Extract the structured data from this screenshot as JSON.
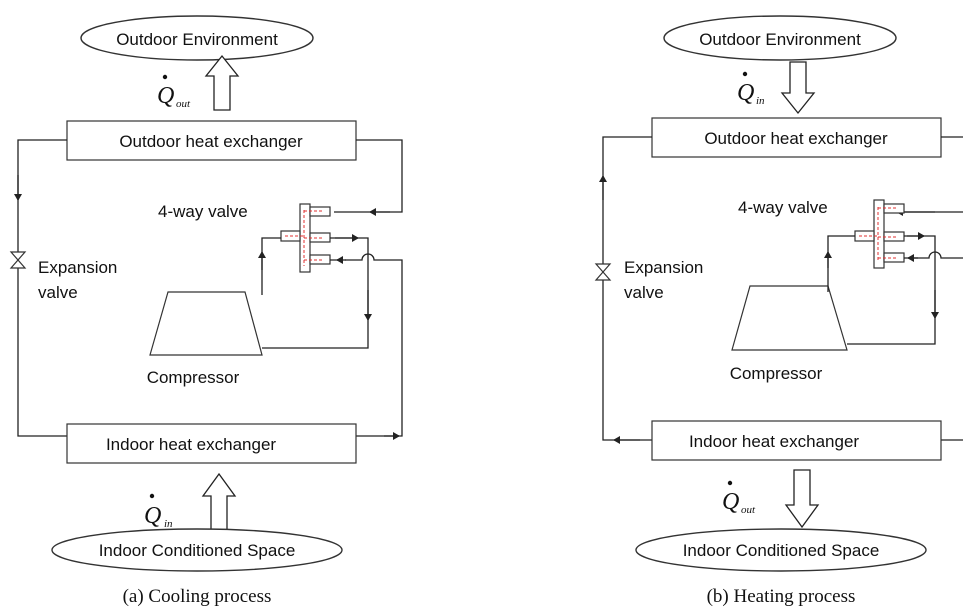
{
  "panels": [
    {
      "id": "cooling",
      "outdoor_env": "Outdoor Environment",
      "outdoor_hx": "Outdoor heat exchanger",
      "four_way_valve": "4-way valve",
      "expansion_valve_line1": "Expansion",
      "expansion_valve_line2": "valve",
      "compressor": "Compressor",
      "indoor_hx": "Indoor heat exchanger",
      "indoor_space": "Indoor Conditioned Space",
      "q_top_symbol": "Q",
      "q_top_sub": "out",
      "q_bottom_symbol": "Q",
      "q_bottom_sub": "in",
      "caption": "(a) Cooling process"
    },
    {
      "id": "heating",
      "outdoor_env": "Outdoor Environment",
      "outdoor_hx": "Outdoor heat exchanger",
      "four_way_valve": "4-way valve",
      "expansion_valve_line1": "Expansion",
      "expansion_valve_line2": "valve",
      "compressor": "Compressor",
      "indoor_hx": "Indoor heat exchanger",
      "indoor_space": "Indoor Conditioned Space",
      "q_top_symbol": "Q",
      "q_top_sub": "in",
      "q_bottom_symbol": "Q",
      "q_bottom_sub": "out",
      "caption": "(b) Heating process"
    }
  ]
}
